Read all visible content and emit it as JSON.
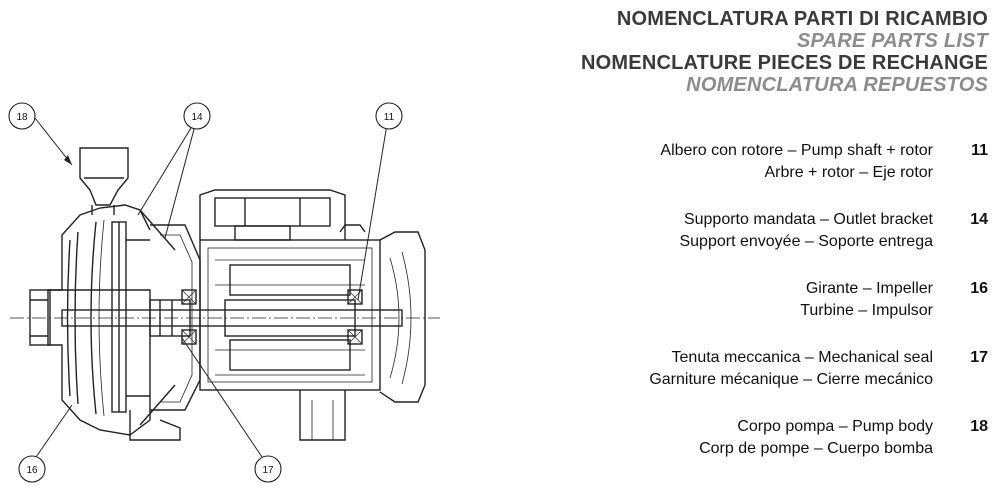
{
  "titles": {
    "it": "NOMENCLATURA PARTI DI RICAMBIO",
    "en": "SPARE PARTS LIST",
    "fr": "NOMENCLATURE PIECES DE RECHANGE",
    "es": "NOMENCLATURA REPUESTOS"
  },
  "parts": [
    {
      "line1": "Albero con rotore – Pump shaft + rotor",
      "line2": "Arbre + rotor – Eje rotor",
      "number": "11"
    },
    {
      "line1": "Supporto mandata – Outlet bracket",
      "line2": "Support envoyée – Soporte entrega",
      "number": "14"
    },
    {
      "line1": "Girante – Impeller",
      "line2": "Turbine – Impulsor",
      "number": "16"
    },
    {
      "line1": "Tenuta meccanica – Mechanical seal",
      "line2": "Garniture mécanique – Cierre mecánico",
      "number": "17"
    },
    {
      "line1": "Corpo pompa – Pump body",
      "line2": "Corp de pompe – Cuerpo bomba",
      "number": "18"
    }
  ],
  "callouts": {
    "c18": "18",
    "c14": "14",
    "c11": "11",
    "c16": "16",
    "c17": "17"
  }
}
